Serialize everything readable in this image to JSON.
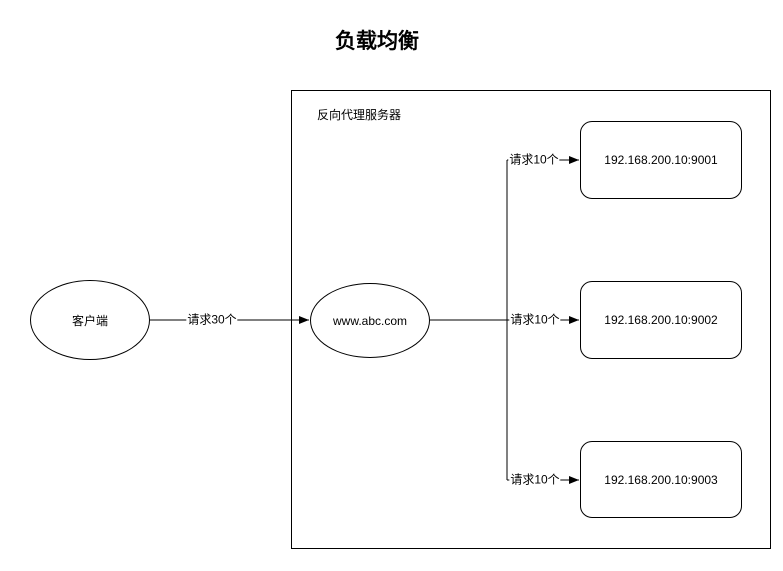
{
  "title": "负载均衡",
  "container": {
    "label": "反向代理服务器"
  },
  "nodes": {
    "client": {
      "label": "客户端",
      "shape": "ellipse"
    },
    "proxy": {
      "label": "www.abc.com",
      "shape": "ellipse"
    },
    "servers": [
      {
        "label": "192.168.200.10:9001"
      },
      {
        "label": "192.168.200.10:9002"
      },
      {
        "label": "192.168.200.10:9003"
      }
    ]
  },
  "edges": [
    {
      "from": "client",
      "to": "proxy",
      "label": "请求30个"
    },
    {
      "from": "proxy",
      "to": "server-1",
      "label": "请求10个"
    },
    {
      "from": "proxy",
      "to": "server-2",
      "label": "请求10个"
    },
    {
      "from": "proxy",
      "to": "server-3",
      "label": "请求10个"
    }
  ],
  "colors": {
    "stroke": "#000000",
    "fill": "#ffffff",
    "text": "#000000",
    "background": "#ffffff"
  }
}
